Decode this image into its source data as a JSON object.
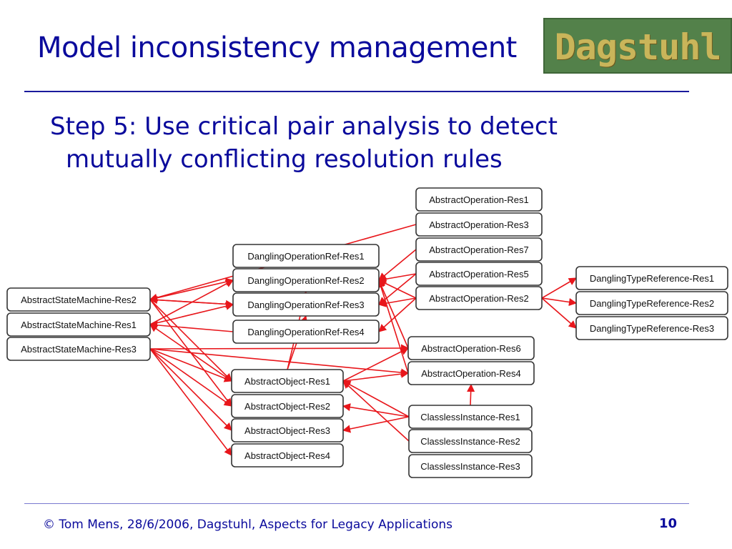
{
  "slide": {
    "title": "Model inconsistency management",
    "step_line1": "Step 5: Use critical pair analysis to detect",
    "step_line2": "mutually conflicting resolution rules",
    "footer": "© Tom Mens, 28/6/2006, Dagstuhl, Aspects for Legacy Applications",
    "page_number": "10"
  },
  "logo": {
    "text": "Dagstuhl",
    "background": "#53814a",
    "text_color": "#c9b55a"
  },
  "colors": {
    "text": "#0a0a9c",
    "arrow": "#e8161b",
    "rule": "#1a1a9c"
  },
  "diagram": {
    "nodes": [
      {
        "id": "AOR1",
        "label": "AbstractOperation-Res1"
      },
      {
        "id": "AOR3",
        "label": "AbstractOperation-Res3"
      },
      {
        "id": "AOR7",
        "label": "AbstractOperation-Res7"
      },
      {
        "id": "AOR5",
        "label": "AbstractOperation-Res5"
      },
      {
        "id": "AOR2",
        "label": "AbstractOperation-Res2"
      },
      {
        "id": "DOR1",
        "label": "DanglingOperationRef-Res1"
      },
      {
        "id": "DOR2",
        "label": "DanglingOperationRef-Res2"
      },
      {
        "id": "DOR3",
        "label": "DanglingOperationRef-Res3"
      },
      {
        "id": "DOR4",
        "label": "DanglingOperationRef-Res4"
      },
      {
        "id": "DTR1",
        "label": "DanglingTypeReference-Res1"
      },
      {
        "id": "DTR2",
        "label": "DanglingTypeReference-Res2"
      },
      {
        "id": "DTR3",
        "label": "DanglingTypeReference-Res3"
      },
      {
        "id": "ASM2",
        "label": "AbstractStateMachine-Res2"
      },
      {
        "id": "ASM1",
        "label": "AbstractStateMachine-Res1"
      },
      {
        "id": "ASM3",
        "label": "AbstractStateMachine-Res3"
      },
      {
        "id": "AOR6",
        "label": "AbstractOperation-Res6"
      },
      {
        "id": "AOR4",
        "label": "AbstractOperation-Res4"
      },
      {
        "id": "AOB1",
        "label": "AbstractObject-Res1"
      },
      {
        "id": "AOB2",
        "label": "AbstractObject-Res2"
      },
      {
        "id": "AOB3",
        "label": "AbstractObject-Res3"
      },
      {
        "id": "AOB4",
        "label": "AbstractObject-Res4"
      },
      {
        "id": "CI1",
        "label": "ClasslessInstance-Res1"
      },
      {
        "id": "CI2",
        "label": "ClasslessInstance-Res2"
      },
      {
        "id": "CI3",
        "label": "ClasslessInstance-Res3"
      }
    ],
    "edges": [
      {
        "from": "AOR3",
        "to": "ASM2"
      },
      {
        "from": "AOR7",
        "to": "DOR2"
      },
      {
        "from": "AOR5",
        "to": "DOR2"
      },
      {
        "from": "AOR5",
        "to": "DOR3"
      },
      {
        "from": "AOR2",
        "to": "DOR2"
      },
      {
        "from": "AOR2",
        "to": "DOR3"
      },
      {
        "from": "AOR2",
        "to": "DOR4"
      },
      {
        "from": "AOR2",
        "to": "DTR1"
      },
      {
        "from": "AOR2",
        "to": "DTR2"
      },
      {
        "from": "AOR2",
        "to": "DTR3"
      },
      {
        "from": "ASM2",
        "to": "DOR2"
      },
      {
        "from": "ASM2",
        "to": "DOR3"
      },
      {
        "from": "ASM1",
        "to": "DOR2"
      },
      {
        "from": "ASM1",
        "to": "DOR3"
      },
      {
        "from": "DOR4",
        "to": "ASM1"
      },
      {
        "from": "DOR3",
        "to": "ASM2"
      },
      {
        "from": "ASM3",
        "to": "AOR6"
      },
      {
        "from": "ASM3",
        "to": "AOR4"
      },
      {
        "from": "ASM3",
        "to": "AOB1"
      },
      {
        "from": "ASM3",
        "to": "AOB2"
      },
      {
        "from": "ASM3",
        "to": "AOB3"
      },
      {
        "from": "ASM3",
        "to": "AOB4"
      },
      {
        "from": "ASM2",
        "to": "AOB1"
      },
      {
        "from": "ASM2",
        "to": "AOB2"
      },
      {
        "from": "AOB1",
        "to": "ASM1"
      },
      {
        "from": "AOB1",
        "to": "AOR6"
      },
      {
        "from": "AOB1",
        "to": "AOR4"
      },
      {
        "from": "AOB1",
        "to": "DOR2"
      },
      {
        "from": "AOB1",
        "to": "DOR3"
      },
      {
        "from": "AOR6",
        "to": "DOR2"
      },
      {
        "from": "AOR4",
        "to": "DOR2"
      },
      {
        "from": "CI1",
        "to": "AOB1"
      },
      {
        "from": "CI1",
        "to": "AOB2"
      },
      {
        "from": "CI1",
        "to": "AOB3"
      },
      {
        "from": "CI2",
        "to": "AOB1"
      },
      {
        "from": "CI1",
        "to": "AOR4"
      }
    ]
  }
}
